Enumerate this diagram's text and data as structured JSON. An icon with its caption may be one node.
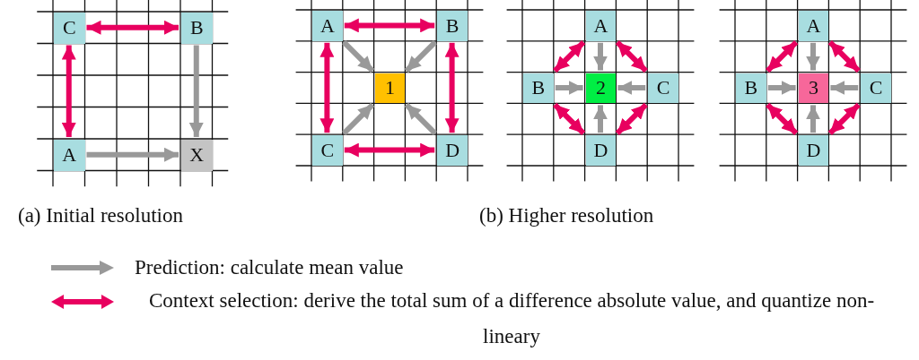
{
  "diagram": {
    "nodes": [
      {
        "text": [
          "C"
        ]
      },
      {
        "text": [
          "B"
        ]
      },
      {
        "text": [
          "A"
        ]
      },
      {
        "text": [
          "X"
        ]
      },
      {
        "text": [
          "A"
        ]
      },
      {
        "text": [
          "B"
        ]
      },
      {
        "text": [
          "1"
        ]
      },
      {
        "text": [
          "C"
        ]
      },
      {
        "text": [
          "D"
        ]
      },
      {
        "text": [
          "A"
        ]
      },
      {
        "text": [
          "B"
        ]
      },
      {
        "text": [
          "2"
        ]
      },
      {
        "text": [
          "C"
        ]
      },
      {
        "text": [
          "D"
        ]
      },
      {
        "text": [
          "A"
        ]
      },
      {
        "text": [
          "B"
        ]
      },
      {
        "text": [
          "3"
        ]
      },
      {
        "text": [
          "C"
        ]
      },
      {
        "text": [
          "D"
        ]
      }
    ],
    "edges": [
      {
        "from": 0,
        "to": 1,
        "arrow": "both",
        "color": "#e8005f"
      },
      {
        "from": 0,
        "to": 2,
        "arrow": "both",
        "color": "#e8005f"
      },
      {
        "from": 1,
        "to": 3,
        "arrow": "to",
        "color": "#999999"
      },
      {
        "from": 2,
        "to": 3,
        "arrow": "to",
        "color": "#999999"
      },
      {
        "from": 4,
        "to": 5,
        "arrow": "both",
        "color": "#e8005f"
      },
      {
        "from": 4,
        "to": 6,
        "arrow": "to",
        "color": "#999999"
      },
      {
        "from": 5,
        "to": 6,
        "arrow": "to",
        "color": "#999999"
      },
      {
        "from": 4,
        "to": 7,
        "arrow": "both",
        "color": "#e8005f"
      },
      {
        "from": 5,
        "to": 8,
        "arrow": "both",
        "color": "#e8005f"
      },
      {
        "from": 7,
        "to": 6,
        "arrow": "to",
        "color": "#999999"
      },
      {
        "from": 8,
        "to": 6,
        "arrow": "to",
        "color": "#999999"
      },
      {
        "from": 7,
        "to": 8,
        "arrow": "both",
        "color": "#e8005f"
      },
      {
        "from": 9,
        "to": 10,
        "arrow": "both",
        "color": "#e8005f"
      },
      {
        "from": 9,
        "to": 12,
        "arrow": "both",
        "color": "#e8005f"
      },
      {
        "from": 9,
        "to": 11,
        "arrow": "to",
        "color": "#999999"
      },
      {
        "from": 10,
        "to": 11,
        "arrow": "to",
        "color": "#999999"
      },
      {
        "from": 12,
        "to": 11,
        "arrow": "to",
        "color": "#999999"
      },
      {
        "from": 13,
        "to": 11,
        "arrow": "to",
        "color": "#999999"
      },
      {
        "from": 10,
        "to": 13,
        "arrow": "both",
        "color": "#e8005f"
      },
      {
        "from": 12,
        "to": 13,
        "arrow": "both",
        "color": "#e8005f"
      },
      {
        "from": 14,
        "to": 15,
        "arrow": "both",
        "color": "#e8005f"
      },
      {
        "from": 14,
        "to": 17,
        "arrow": "both",
        "color": "#e8005f"
      },
      {
        "from": 14,
        "to": 16,
        "arrow": "to",
        "color": "#999999"
      },
      {
        "from": 15,
        "to": 16,
        "arrow": "to",
        "color": "#999999"
      },
      {
        "from": 17,
        "to": 16,
        "arrow": "to",
        "color": "#999999"
      },
      {
        "from": 18,
        "to": 16,
        "arrow": "to",
        "color": "#999999"
      },
      {
        "from": 15,
        "to": 18,
        "arrow": "both",
        "color": "#e8005f"
      },
      {
        "from": 17,
        "to": 18,
        "arrow": "both",
        "color": "#e8005f"
      }
    ],
    "labels": [
      "(a) Initial resolution",
      "(b) Higher resolution"
    ],
    "legend": [
      {
        "text": "Prediction: calculate mean value"
      },
      {
        "text": "Context selection: derive the total sum of a difference absolute value, and quantize non-lineary"
      }
    ]
  }
}
